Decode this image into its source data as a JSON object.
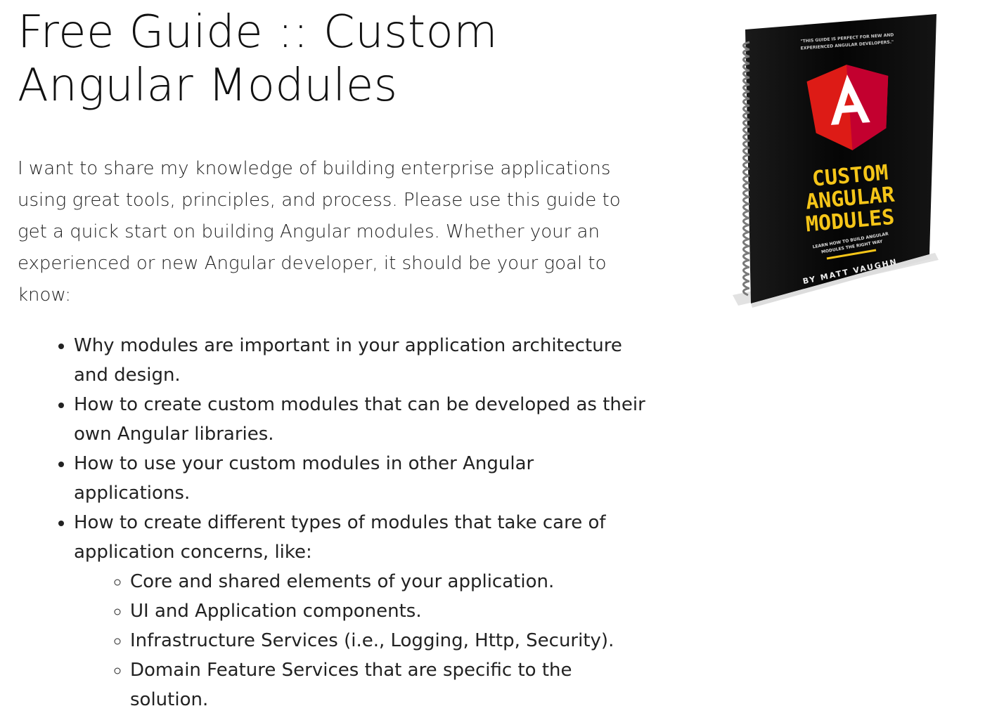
{
  "title": "Free Guide :: Custom Angular Modules",
  "intro": "I want to share my knowledge of building enterprise applications using great tools, principles, and process. Please use this guide to get a quick start on building Angular modules. Whether your an experienced or new Angular developer, it should be your goal to know:",
  "points": [
    "Why modules are important in your application architecture and design.",
    "How to create custom modules that can be developed as their own Angular libraries.",
    "How to use your custom modules in other Angular applications.",
    "How to create different types of modules that take care of application concerns, like:"
  ],
  "sub_points": [
    "Core and shared elements of your application.",
    "UI and Application components.",
    "Infrastructure Services (i.e., Logging, Http, Security).",
    "Domain Feature Services that are specific to the solution."
  ],
  "book": {
    "tagline_1": "\"THIS GUIDE IS PERFECT FOR NEW AND",
    "tagline_2": "EXPERIENCED ANGULAR DEVELOPERS.\"",
    "logo_letter": "A",
    "title_line_1": "CUSTOM",
    "title_line_2": "ANGULAR",
    "title_line_3": "MODULES",
    "subtitle_1": "LEARN HOW TO BUILD ANGULAR",
    "subtitle_2": "MODULES THE RIGHT WAY",
    "author": "BY MATT VAUGHN",
    "colors": {
      "cover": "#0b0b0b",
      "accent_yellow": "#f5c518",
      "angular_red": "#dd1b16",
      "angular_dark_red": "#c3002f"
    }
  }
}
